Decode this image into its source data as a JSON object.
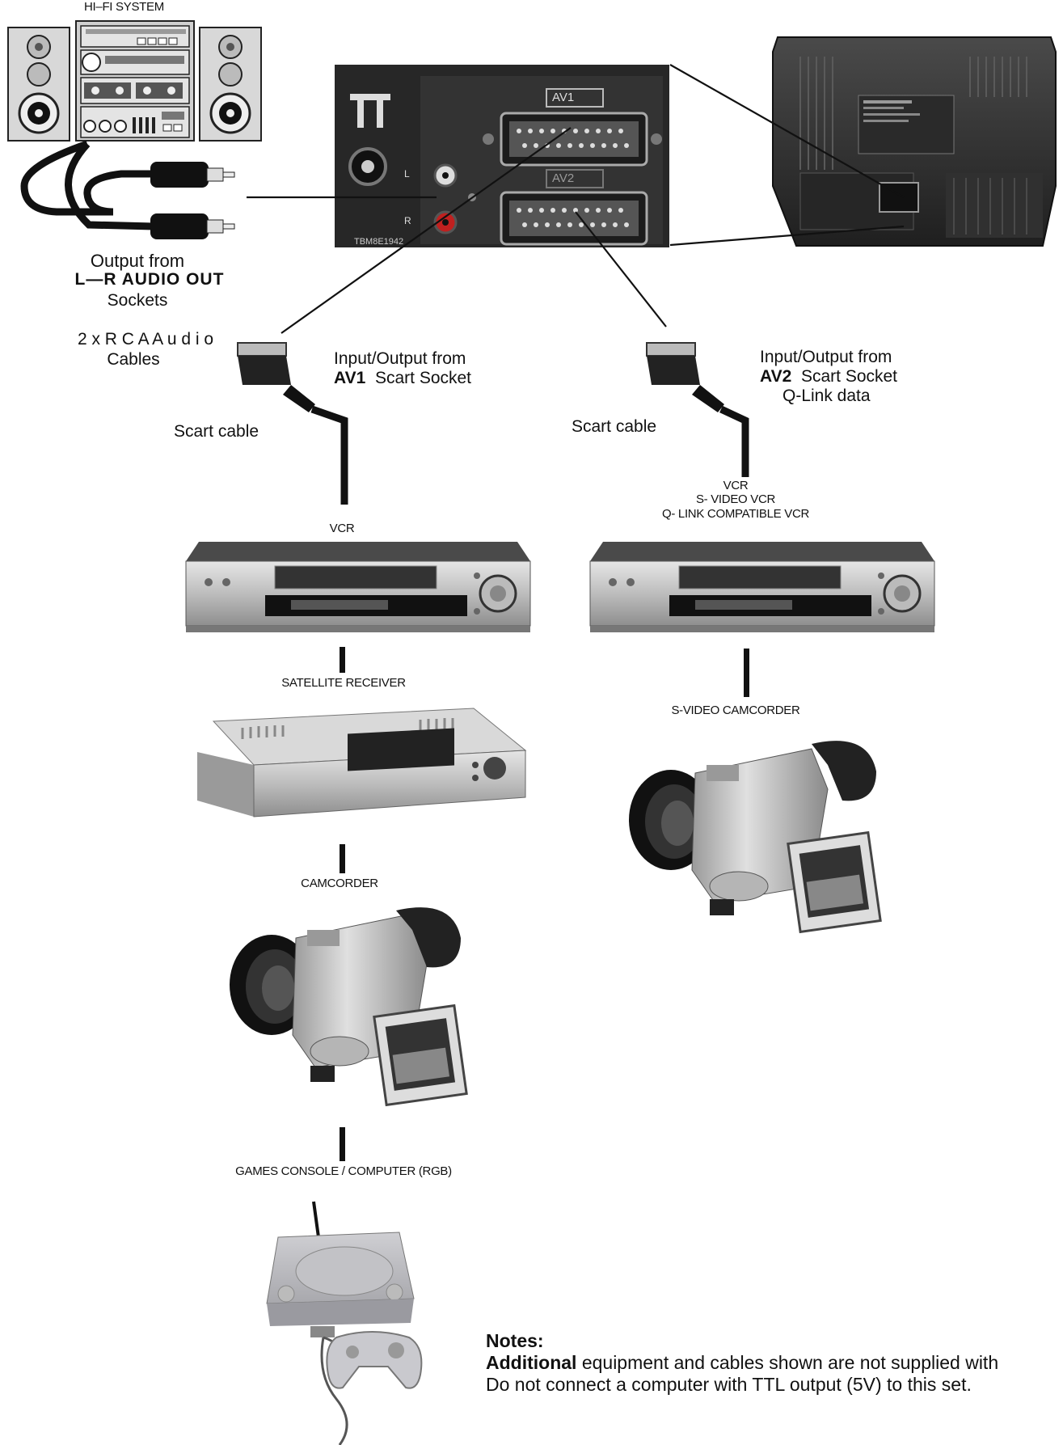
{
  "hifi": {
    "title": "HI–FI SYSTEM",
    "output_line1": "Output from",
    "output_line2": "L—R  AUDIO  OUT",
    "output_line3": "Sockets",
    "cable_line1": "2 x R C A A u d i o",
    "cable_line2": "Cables"
  },
  "panel": {
    "av1_label": "AV1",
    "av2_label": "AV2",
    "l_label": "L",
    "r_label": "R",
    "model_code": "TBM8E1942"
  },
  "av1": {
    "io_line1": "Input/Output  from",
    "io_bold": "AV1",
    "io_rest": "Scart  Socket",
    "cable_label": "Scart  cable",
    "devices": [
      "VCR",
      "SATELLITE RECEIVER",
      "CAMCORDER",
      "GAMES CONSOLE / COMPUTER (RGB)"
    ]
  },
  "av2": {
    "io_line1": "Input/Output  from",
    "io_bold": "AV2",
    "io_rest": "Scart  Socket",
    "io_line3": "Q-Link  data",
    "cable_label": "Scart  cable",
    "vcr_line1": "VCR",
    "vcr_line2": "S- VIDEO VCR",
    "vcr_line3": "Q- LINK COMPATIBLE VCR",
    "camcorder_label": "S-VIDEO CAMCORDER"
  },
  "notes": {
    "heading": "Notes:",
    "line1_bold": "Additional",
    "line1_rest": " equipment  and  cables  shown  are  not  supplied  with",
    "line2": "Do  not  connect  a  computer  with  TTL  output  (5V)  to  this  set."
  },
  "icons": [
    "hifi-system-icon",
    "tv-rear-icon",
    "scart-panel-icon",
    "scart-plug-icon",
    "vcr-icon",
    "satellite-receiver-icon",
    "camcorder-icon",
    "game-console-icon",
    "gamepad-icon",
    "rca-plug-icon"
  ],
  "colors": {
    "panel": "#2b2b2b",
    "device_silver": "#c9c9c9",
    "rca_red": "#c0201f",
    "tv_body": "#3a3a3a"
  }
}
